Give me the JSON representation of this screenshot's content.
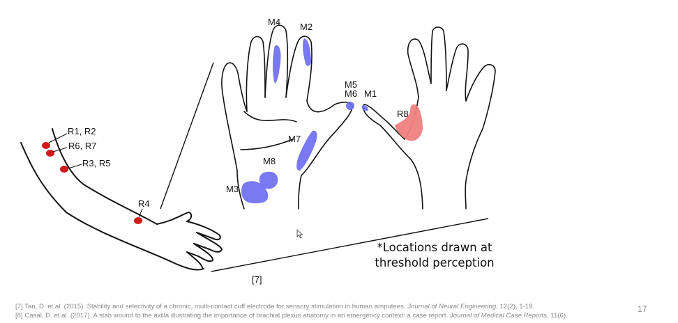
{
  "labels": {
    "m4": "M4",
    "m2": "M2",
    "m5": "M5",
    "m6": "M6",
    "m1": "M1",
    "r8": "R8",
    "m7": "M7",
    "m8": "M8",
    "m3": "M3",
    "r1r2": "R1, R2",
    "r6r7": "R6, R7",
    "r3r5": "R3, R5",
    "r4": "R4"
  },
  "note": {
    "line1": "*Locations drawn at",
    "line2": "threshold perception"
  },
  "figure_ref": "[7]",
  "references": {
    "ref7_pre": "[7] Tan, D. et al. (2015). Stability and selectivity of a chronic, multi-contact cuff electrode for sensory stimulation in human amputees. ",
    "ref7_journal": "Journal of Neural Engineering",
    "ref7_post": ", 12(2), 1-19.",
    "ref8_pre": "[8] Casal, D. et al. (2017). A stab wound to the axilla illustrating the importance of brachial plexus anatomy in an emergency context: a case report. ",
    "ref8_journal": "Journal of Medical Case Reports",
    "ref8_post": ", 11(6)."
  },
  "page_number": "17",
  "colors": {
    "blue_region": "#6a6af0",
    "red_region": "#f08080",
    "electrode": "#d11a1a",
    "outline": "#111111"
  }
}
